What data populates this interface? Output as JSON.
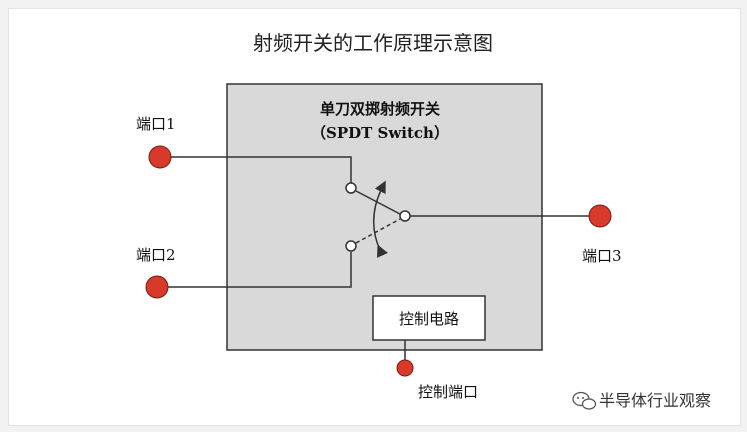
{
  "diagram": {
    "title": "射频开关的工作原理示意图",
    "switch_box": {
      "title_line1": "单刀双掷射频开关",
      "title_line2": "（SPDT Switch）"
    },
    "ports": {
      "port1": "端口1",
      "port2": "端口2",
      "port3": "端口3",
      "control_port": "控制端口"
    },
    "control_circuit": "控制电路"
  },
  "watermark": {
    "text": "半导体行业观察",
    "icon": "wechat-icon"
  },
  "colors": {
    "port_fill": "#d83a2a",
    "port_stroke": "#7a1a12",
    "box_fill": "#d9d9d9",
    "line": "#333333"
  }
}
